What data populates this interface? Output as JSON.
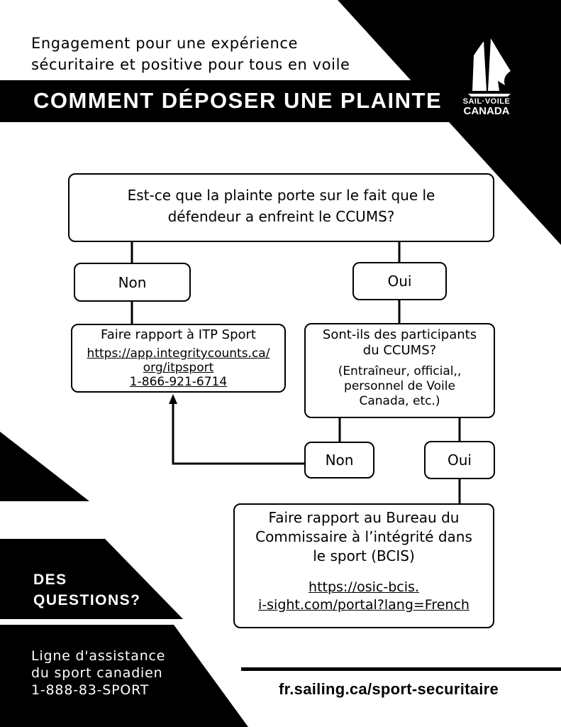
{
  "header": {
    "tagline_line1": "Engagement pour une expérience",
    "tagline_line2": "sécuritaire et positive pour tous en voile",
    "title": "COMMENT DÉPOSER UNE PLAINTE"
  },
  "logo": {
    "icon": "sailboat-maple-leaf-icon",
    "line1": "SAIL·VOILE",
    "line2": "CANADA"
  },
  "flowchart": {
    "question": {
      "line1": "Est-ce que la plainte porte sur le fait que le",
      "line2": "défendeur a enfreint le CCUMS?"
    },
    "answer_no": "Non",
    "answer_yes": "Oui",
    "itp": {
      "title": "Faire rapport à ITP Sport",
      "link_line1": "https://app.integritycounts.ca/",
      "link_line2": "org/itpsport",
      "phone": "1-866-921-6714"
    },
    "participants": {
      "line1": "Sont-ils des participants",
      "line2": "du CCUMS?",
      "note_line1": "(Entraîneur, official,,",
      "note_line2": "personnel de Voile",
      "note_line3": "Canada, etc.)"
    },
    "answer2_no": "Non",
    "answer2_yes": "Oui",
    "bcis": {
      "line1": "Faire rapport au Bureau du",
      "line2": "Commissaire à l’intégrité dans",
      "line3": "le sport (BCIS)",
      "link_line1": "https://osic-bcis.",
      "link_line2": "i-sight.com/portal?lang=French"
    }
  },
  "footer": {
    "questions_line1": "DES",
    "questions_line2": "QUESTIONS?",
    "helpline_line1": "Ligne d'assistance",
    "helpline_line2": "du sport canadien",
    "helpline_phone": "1-888-83-SPORT",
    "website": "fr.sailing.ca/sport-securitaire"
  }
}
